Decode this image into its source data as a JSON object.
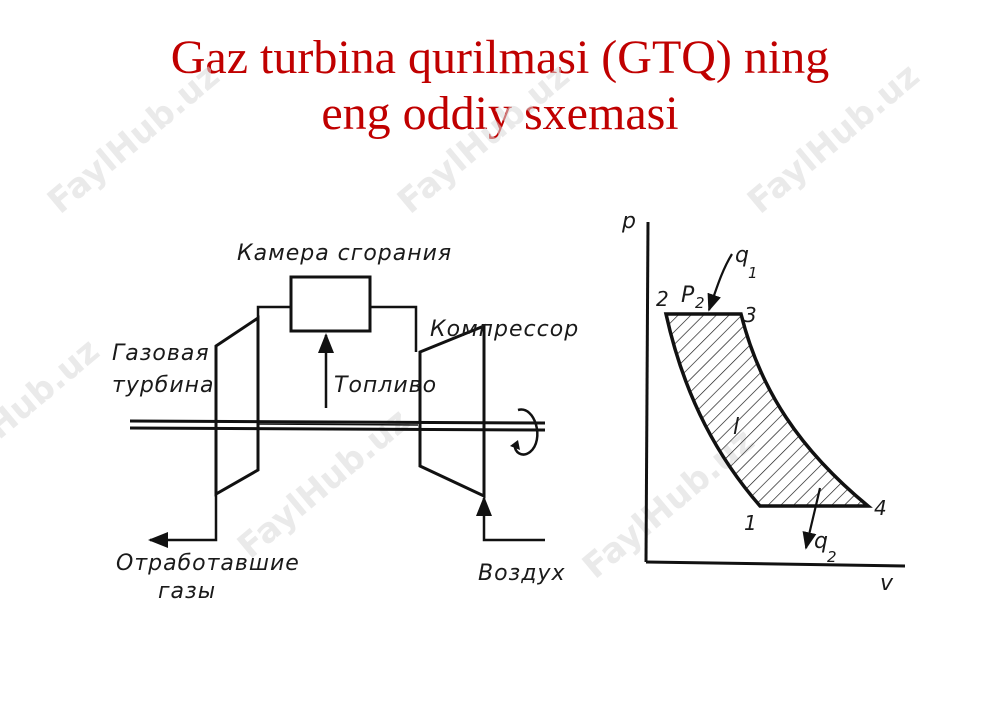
{
  "title": {
    "line1": "Gaz turbina qurilmasi (GTQ) ning",
    "line2": "eng oddiy sxemasi"
  },
  "scheme": {
    "combustion_chamber": "Камера сгорания",
    "compressor": "Компрессор",
    "gas_turbine_line1": "Газовая",
    "gas_turbine_line2": "турбина",
    "fuel": "Топливо",
    "exhaust_line1": "Отработавшие",
    "exhaust_line2": "газы",
    "air": "Воздух"
  },
  "pv_diagram": {
    "axis_p": "p",
    "axis_v": "v",
    "heat_in": "q",
    "heat_in_sub": "1",
    "heat_out": "q",
    "heat_out_sub": "2",
    "pressure": "P",
    "pressure_sub": "2",
    "work": "l",
    "points": [
      "1",
      "2",
      "3",
      "4"
    ]
  },
  "watermark": "FaylHub.uz",
  "colors": {
    "title": "#c00000",
    "lines": "#111111",
    "watermark": "#d9d9d9"
  }
}
